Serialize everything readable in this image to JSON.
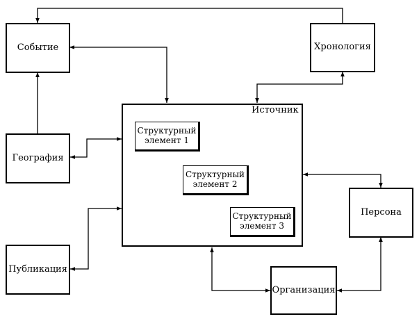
{
  "nodes": {
    "sobytie": "Событие",
    "hronologiya": "Хронология",
    "geografiya": "География",
    "publikaciya": "Публикация",
    "persona": "Персона",
    "organizaciya": "Организация",
    "istochnik": "Источник",
    "element1": "Структурный элемент 1",
    "element2": "Структурный элемент 2",
    "element3": "Структурный элемент 3"
  }
}
